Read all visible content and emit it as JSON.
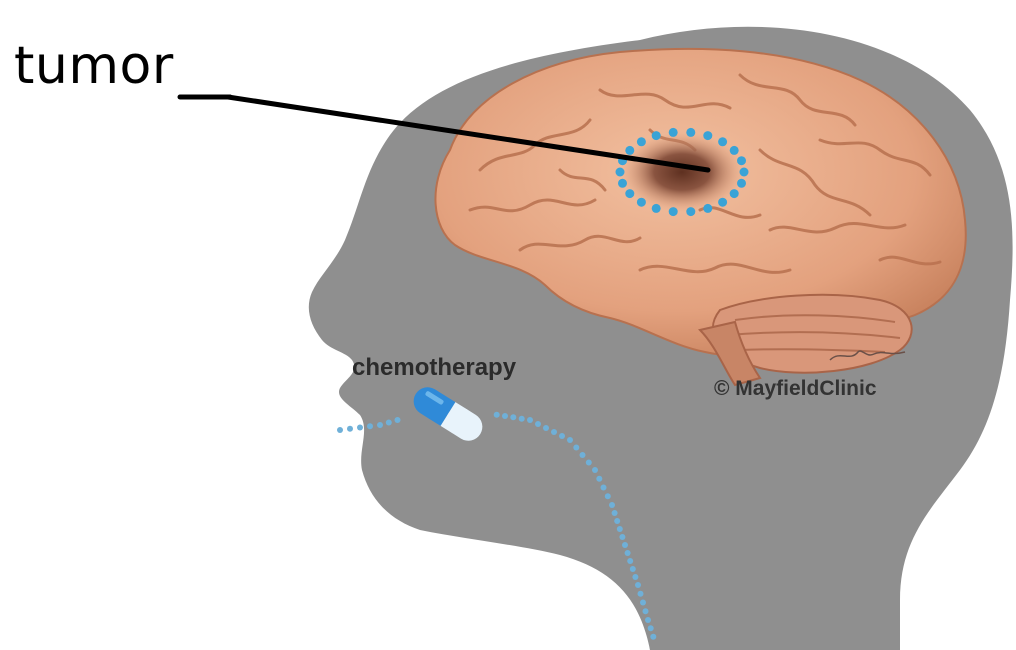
{
  "labels": {
    "tumor": "tumor",
    "treatment": "chemotherapy",
    "copyright": "© MayfieldClinic"
  },
  "colors": {
    "background": "#ffffff",
    "head_silhouette": "#8f8f8f",
    "brain": "#e2a27f",
    "brain_folds": "#b8714f",
    "cerebellum": "#d9977a",
    "tumor_core": "#6e3f2c",
    "tumor_ring_dots": "#3aa3d6",
    "drug_path_dots": "#6fb0d8",
    "capsule_blue": "#2f8ad8",
    "capsule_white": "#e8f3fb",
    "pointer_line": "#000000"
  },
  "icons": {
    "capsule": "capsule-icon",
    "tumor_marker": "tumor-ring-icon"
  }
}
